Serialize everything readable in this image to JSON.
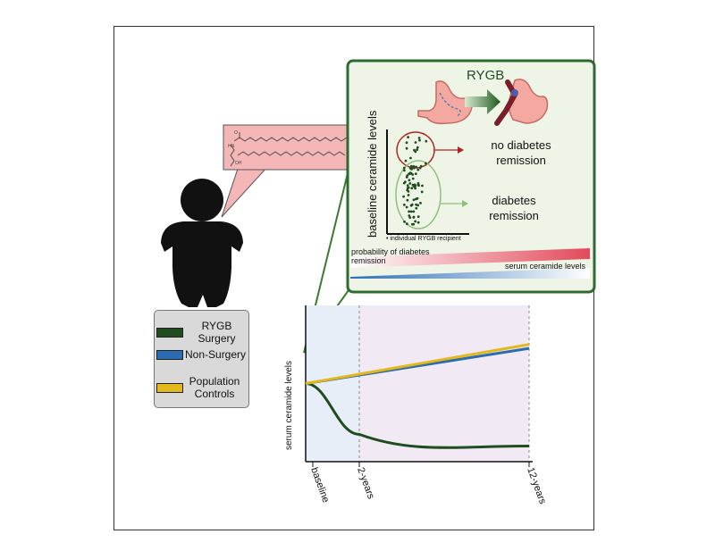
{
  "inset": {
    "title": "RYGB",
    "y_axis_label": "baseline ceramide levels",
    "no_remission_label": "no diabetes remission",
    "remission_label": "diabetes remission",
    "dot_caption": "• individual RYGB recipient",
    "bar_left_label": "probability of diabetes remission",
    "bar_right_label": "serum ceramide levels"
  },
  "chart": {
    "y_axis_label": "serum ceramide levels",
    "ticks": [
      "baseline",
      "2-years",
      "12-years"
    ]
  },
  "legend": {
    "items": [
      {
        "label": "RYGB Surgery",
        "color": "#1f4d1f"
      },
      {
        "label": "Non-Surgery",
        "color": "#2b6cb0"
      },
      {
        "label": "Population Controls",
        "color": "#e3b81a"
      }
    ]
  },
  "colors": {
    "inset_bg": "#eef5e7",
    "inset_border": "#2f6b2f",
    "surgery": "#1f4d1f",
    "non_surgery": "#2b6cb0",
    "controls": "#e3b81a",
    "molecule_bubble": "#f4b6b6",
    "no_remission_ring": "#b22222",
    "remission_ring": "#8fbf7a"
  },
  "icons": [
    "person-silhouette-icon",
    "ceramide-molecule-icon",
    "stomach-icon",
    "bypassed-stomach-icon"
  ],
  "chart_data": {
    "type": "line",
    "x": [
      "baseline",
      "2-years",
      "12-years"
    ],
    "series": [
      {
        "name": "RYGB Surgery",
        "values": [
          1.0,
          0.35,
          0.2
        ]
      },
      {
        "name": "Non-Surgery",
        "values": [
          1.0,
          1.1,
          1.45
        ]
      },
      {
        "name": "Population Controls",
        "values": [
          1.0,
          1.15,
          1.5
        ]
      }
    ],
    "xlabel": "",
    "ylabel": "serum ceramide levels"
  }
}
